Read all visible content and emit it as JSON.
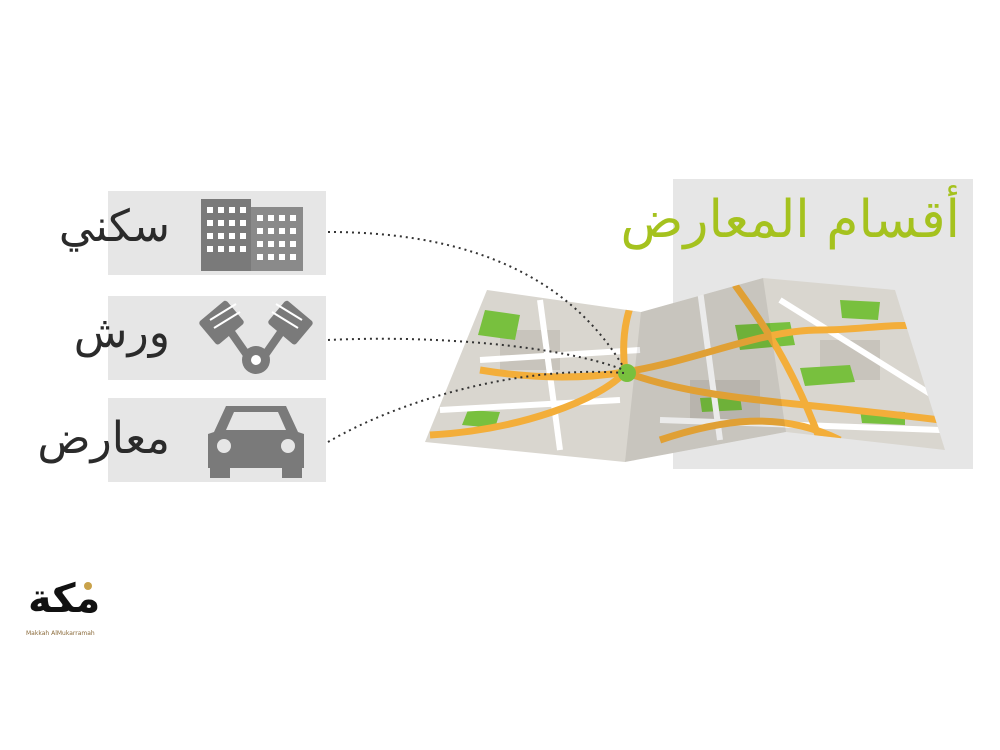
{
  "title": "أقسام المعارض",
  "categories": [
    {
      "label": "سكني",
      "icon": "building-icon"
    },
    {
      "label": "ورش",
      "icon": "engine-pistons-icon"
    },
    {
      "label": "معارض",
      "icon": "car-icon"
    }
  ],
  "logo": {
    "main": "مكة",
    "sub": "Makkah AlMukarramah"
  },
  "colors": {
    "accent": "#a5c21e",
    "road": "#f3ae3a",
    "park": "#78c03e",
    "icon": "#7a7a7a",
    "panel": "#e6e6e6"
  }
}
